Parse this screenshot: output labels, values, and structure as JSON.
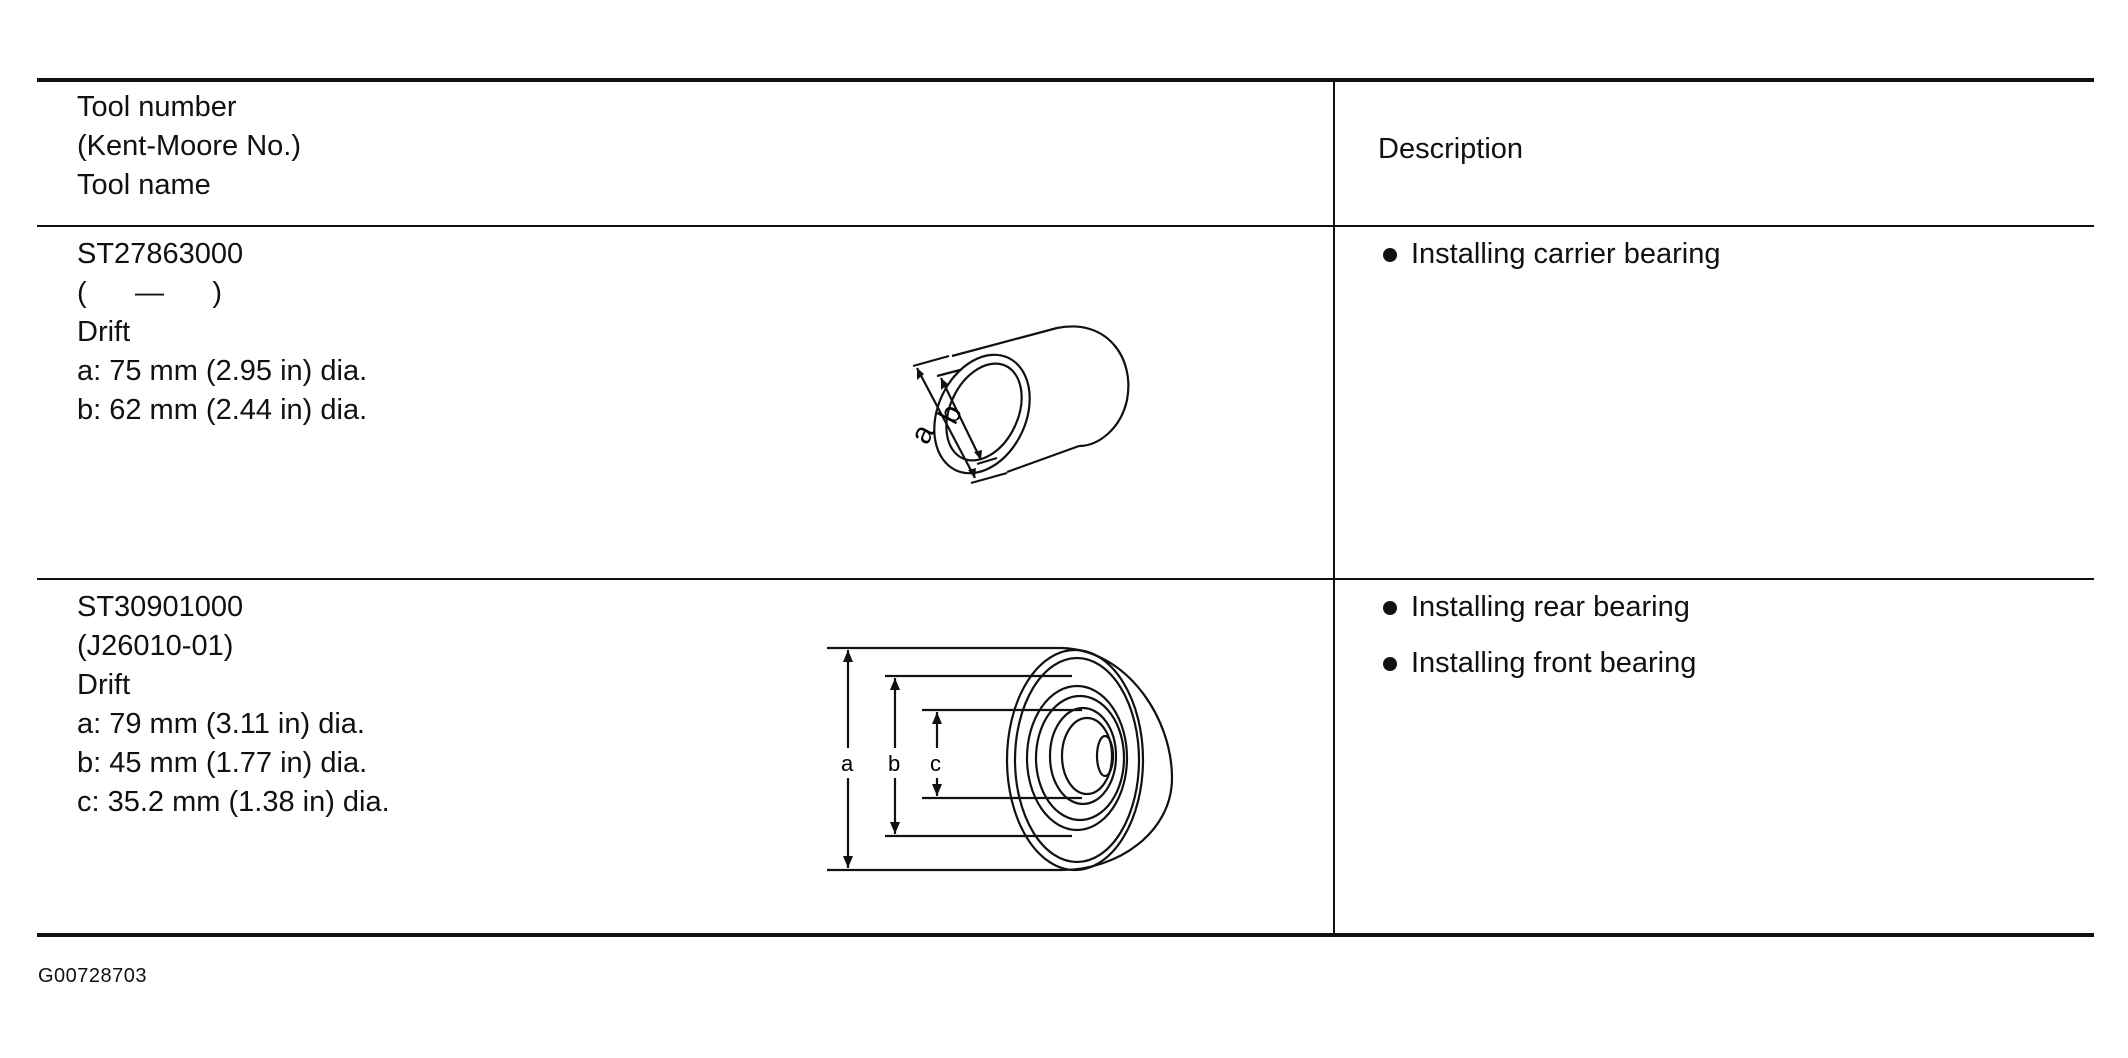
{
  "header": {
    "tool_lines": [
      "Tool number",
      "(Kent-Moore No.)",
      "Tool name"
    ],
    "description": "Description"
  },
  "rows": [
    {
      "tool_number": "ST27863000",
      "kent_moore": "(      —      )",
      "tool_name": "Drift",
      "dimensions": [
        "a: 75 mm (2.95 in) dia.",
        "b: 62 mm (2.44 in) dia."
      ],
      "figure_labels": [
        "a",
        "b"
      ],
      "description_items": [
        "Installing carrier bearing"
      ]
    },
    {
      "tool_number": "ST30901000",
      "kent_moore": "(J26010-01)",
      "tool_name": "Drift",
      "dimensions": [
        "a: 79 mm (3.11 in) dia.",
        "b: 45 mm (1.77 in) dia.",
        "c: 35.2 mm (1.38 in) dia."
      ],
      "figure_labels": [
        "a",
        "b",
        "c"
      ],
      "description_items": [
        "Installing rear bearing",
        "Installing front bearing"
      ]
    }
  ],
  "footer": {
    "code": "G00728703"
  }
}
